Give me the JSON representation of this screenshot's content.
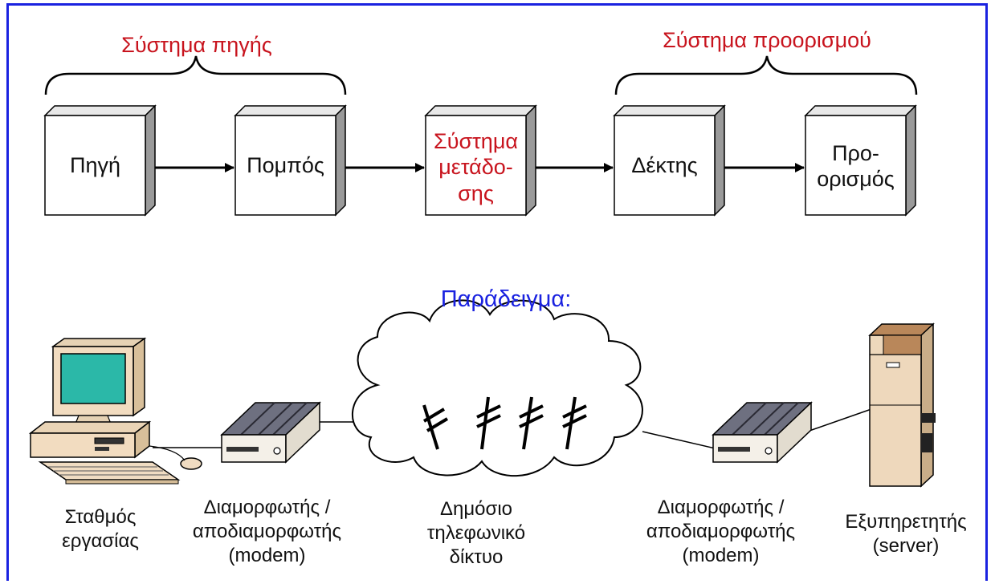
{
  "groups": {
    "source_system": "Σύστημα πηγής",
    "destination_system": "Σύστημα προορισμού"
  },
  "blocks": [
    {
      "id": "source",
      "label": "Πηγή"
    },
    {
      "id": "transmitter",
      "label": "Πομπός"
    },
    {
      "id": "channel",
      "label": "Σύστημα\nμετάδο-\nσης"
    },
    {
      "id": "receiver",
      "label": "Δέκτης"
    },
    {
      "id": "destination",
      "label": "Προ-\nορισμός"
    }
  ],
  "example": {
    "title": "Παράδειγμα:",
    "captions": {
      "workstation": "Σταθμός\nεργασίας",
      "modem_left": "Διαμορφωτής /\nαποδιαμορφωτής\n(modem)",
      "network": "Δημόσιο\nτηλεφωνικό\nδίκτυο",
      "modem_right": "Διαμορφωτής /\nαποδιαμορφωτής\n(modem)",
      "server": "Εξυπηρετητής\n(server)"
    }
  },
  "colors": {
    "frame": "#1a22e0",
    "highlight": "#c8141e",
    "example_title": "#1a22e0",
    "monitor_screen": "#2bb8a8",
    "computer_body": "#f2dcc0",
    "server_body": "#eed8bc",
    "server_top": "#b9875a",
    "modem_top": "#6e7080"
  },
  "icons": [
    "workstation-icon",
    "modem-icon",
    "cloud-icon",
    "telephone-pole-icon",
    "server-icon"
  ]
}
